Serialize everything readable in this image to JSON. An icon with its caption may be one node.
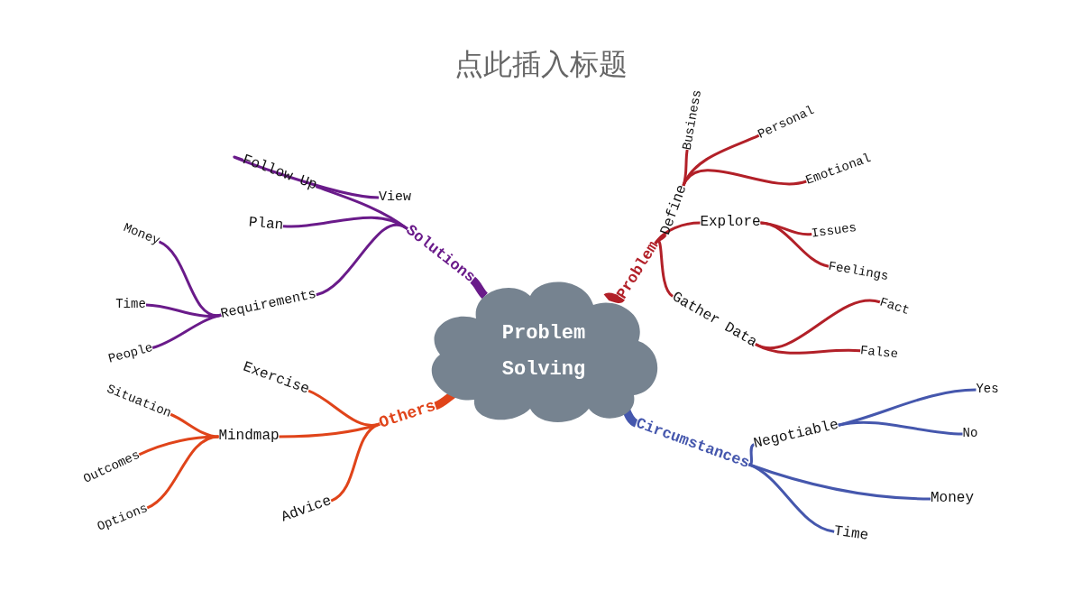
{
  "diagram": {
    "title": "点此插入标题",
    "nodes": [
      {
        "text": [
          "Problem Solving"
        ]
      },
      {
        "text": [
          "Solutions"
        ]
      },
      {
        "text": [
          "Follow Up"
        ]
      },
      {
        "text": [
          "View"
        ]
      },
      {
        "text": [
          "Plan"
        ]
      },
      {
        "text": [
          "Requirements"
        ]
      },
      {
        "text": [
          "Money"
        ]
      },
      {
        "text": [
          "Time"
        ]
      },
      {
        "text": [
          "People"
        ]
      },
      {
        "text": [
          "Problem"
        ]
      },
      {
        "text": [
          "Define"
        ]
      },
      {
        "text": [
          "Business"
        ]
      },
      {
        "text": [
          "Personal"
        ]
      },
      {
        "text": [
          "Emotional"
        ]
      },
      {
        "text": [
          "Explore"
        ]
      },
      {
        "text": [
          "Issues"
        ]
      },
      {
        "text": [
          "Feelings"
        ]
      },
      {
        "text": [
          "Gather Data"
        ]
      },
      {
        "text": [
          "Fact"
        ]
      },
      {
        "text": [
          "False"
        ]
      },
      {
        "text": [
          "Others"
        ]
      },
      {
        "text": [
          "Exercise"
        ]
      },
      {
        "text": [
          "Mindmap"
        ]
      },
      {
        "text": [
          "Situation"
        ]
      },
      {
        "text": [
          "Outcomes"
        ]
      },
      {
        "text": [
          "Options"
        ]
      },
      {
        "text": [
          "Advice"
        ]
      },
      {
        "text": [
          "Circumstances"
        ]
      },
      {
        "text": [
          "Negotiable"
        ]
      },
      {
        "text": [
          "Yes"
        ]
      },
      {
        "text": [
          "No"
        ]
      },
      {
        "text": [
          "Money"
        ]
      },
      {
        "text": [
          "Time"
        ]
      }
    ],
    "edges": [
      {
        "from": 0,
        "to": 1,
        "arrow": "none",
        "style": "thick",
        "color": "#6a1b8a"
      },
      {
        "from": 1,
        "to": 2,
        "arrow": "none",
        "color": "#6a1b8a"
      },
      {
        "from": 2,
        "to": 3,
        "arrow": "none",
        "color": "#6a1b8a"
      },
      {
        "from": 1,
        "to": 4,
        "arrow": "none",
        "color": "#6a1b8a"
      },
      {
        "from": 1,
        "to": 5,
        "arrow": "none",
        "color": "#6a1b8a"
      },
      {
        "from": 5,
        "to": 6,
        "arrow": "none",
        "color": "#6a1b8a"
      },
      {
        "from": 5,
        "to": 7,
        "arrow": "none",
        "color": "#6a1b8a"
      },
      {
        "from": 5,
        "to": 8,
        "arrow": "none",
        "color": "#6a1b8a"
      },
      {
        "from": 0,
        "to": 9,
        "arrow": "none",
        "style": "thick",
        "color": "#b22028"
      },
      {
        "from": 9,
        "to": 10,
        "arrow": "none",
        "color": "#b22028"
      },
      {
        "from": 10,
        "to": 11,
        "arrow": "none",
        "color": "#b22028"
      },
      {
        "from": 10,
        "to": 12,
        "arrow": "none",
        "color": "#b22028"
      },
      {
        "from": 10,
        "to": 13,
        "arrow": "none",
        "color": "#b22028"
      },
      {
        "from": 9,
        "to": 14,
        "arrow": "none",
        "color": "#b22028"
      },
      {
        "from": 14,
        "to": 15,
        "arrow": "none",
        "color": "#b22028"
      },
      {
        "from": 14,
        "to": 16,
        "arrow": "none",
        "color": "#b22028"
      },
      {
        "from": 9,
        "to": 17,
        "arrow": "none",
        "color": "#b22028"
      },
      {
        "from": 17,
        "to": 18,
        "arrow": "none",
        "color": "#b22028"
      },
      {
        "from": 17,
        "to": 19,
        "arrow": "none",
        "color": "#b22028"
      },
      {
        "from": 0,
        "to": 20,
        "arrow": "none",
        "style": "thick",
        "color": "#e0441a"
      },
      {
        "from": 20,
        "to": 21,
        "arrow": "none",
        "color": "#e0441a"
      },
      {
        "from": 20,
        "to": 22,
        "arrow": "none",
        "color": "#e0441a"
      },
      {
        "from": 22,
        "to": 23,
        "arrow": "none",
        "color": "#e0441a"
      },
      {
        "from": 22,
        "to": 24,
        "arrow": "none",
        "color": "#e0441a"
      },
      {
        "from": 22,
        "to": 25,
        "arrow": "none",
        "color": "#e0441a"
      },
      {
        "from": 20,
        "to": 26,
        "arrow": "none",
        "color": "#e0441a"
      },
      {
        "from": 0,
        "to": 27,
        "arrow": "none",
        "style": "thick",
        "color": "#4557ad"
      },
      {
        "from": 27,
        "to": 28,
        "arrow": "none",
        "color": "#4557ad"
      },
      {
        "from": 28,
        "to": 29,
        "arrow": "none",
        "color": "#4557ad"
      },
      {
        "from": 28,
        "to": 30,
        "arrow": "none",
        "color": "#4557ad"
      },
      {
        "from": 27,
        "to": 31,
        "arrow": "none",
        "color": "#4557ad"
      },
      {
        "from": 27,
        "to": 32,
        "arrow": "none",
        "color": "#4557ad"
      }
    ]
  }
}
